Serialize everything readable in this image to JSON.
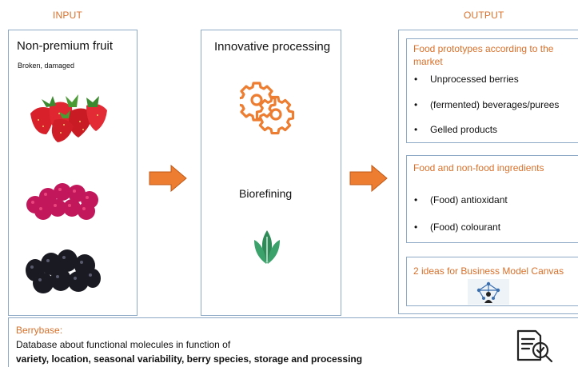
{
  "headers": {
    "input": "INPUT",
    "output": "OUTPUT"
  },
  "input": {
    "title": "Non-premium fruit",
    "subtitle": "Broken, damaged",
    "images": [
      "strawberries",
      "raspberries",
      "blackberries"
    ]
  },
  "processing": {
    "title": "Innovative processing",
    "label": "Biorefining",
    "icons": [
      "gears-icon",
      "leaf-icon"
    ]
  },
  "output": {
    "groups": [
      {
        "title": "Food prototypes according to the market",
        "items": [
          "Unprocessed berries",
          "(fermented) beverages/purees",
          "Gelled products"
        ]
      },
      {
        "title": "Food and non-food ingredients",
        "items": [
          "(Food) antioxidant",
          "(Food) colourant"
        ]
      },
      {
        "title": "2 ideas for Business Model Canvas",
        "items": []
      }
    ]
  },
  "berrybase": {
    "title": "Berrybase:",
    "line1": "Database about functional molecules in function of",
    "line2": "variety, location, seasonal variability, berry species, storage and processing"
  },
  "colors": {
    "accent": "#d9702a",
    "arrow": "#ed7d31",
    "border": "#8ea9c6",
    "gear": "#ed7d31",
    "leaf": "#2e8b57"
  }
}
